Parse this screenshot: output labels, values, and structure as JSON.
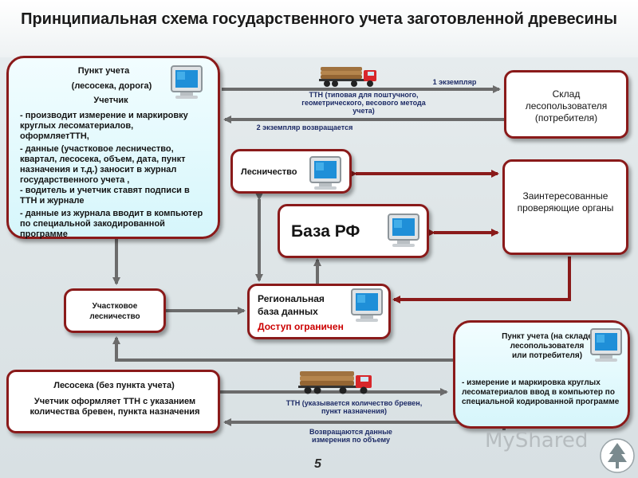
{
  "title": "Принципиальная схема государственного учета заготовленной древесины",
  "point_forest": {
    "title": "Пункт учета",
    "subtitle": "(лесосека, дорога)",
    "role": "Учетчик",
    "items": [
      "- производит измерение и маркировку круглых лесоматериалов, оформляетТТН,",
      "- данные (участковое лесничество, квартал, лесосека, объем, дата, пункт назначения и т.д.) заносит в журнал государственного учета ,",
      "- водитель и учетчик ставят подписи в ТТН и журнале",
      "- данные из журнала вводит в компьютер по специальной закодированной программе"
    ]
  },
  "warehouse": {
    "label": "Склад лесопользователя (потребителя)"
  },
  "forestry": {
    "label": "Лесничество"
  },
  "interested": {
    "label": "Заинтересованные проверяющие органы"
  },
  "base_rf": {
    "label": "База РФ"
  },
  "district_forestry": {
    "label": "Участковое лесничество"
  },
  "regional_db": {
    "line1": "Региональная",
    "line2": "база данных",
    "access": "Доступ ограничен"
  },
  "point_warehouse": {
    "title": "Пункт учета (на складе лесопользователя или потребителя)",
    "item": "- измерение и маркировка круглых лесоматериалов ввод в компьютер по специальной кодированной программе"
  },
  "cutting": {
    "title": "Лесосека (без пункта учета)",
    "text": "Учетчик оформляет ТТН с указанием количества бревен, пункта назначения"
  },
  "labels": {
    "copy1": "1 экземпляр",
    "ttn_top": "ТТН (типовая для поштучного, геометрического, весового метода учета)",
    "copy2": "2 экземпляр возвращается",
    "ttn_bottom": "ТТН (указывается количество бревен, пункт назначения)",
    "returned": "Возвращаются данные измерения по объему"
  },
  "page_number": "5",
  "watermark": "MyShared",
  "colors": {
    "border": "#8a1a1a",
    "arrow_red": "#8a1a1a",
    "arrow_gray": "#6b6b6b",
    "cyan_fill": "#d6f6fb",
    "label_navy": "#1d2b66",
    "access_red": "#cc0000"
  },
  "icons": [
    "computer-icon",
    "log-truck-icon",
    "myshared-logo",
    "tree-logo"
  ]
}
